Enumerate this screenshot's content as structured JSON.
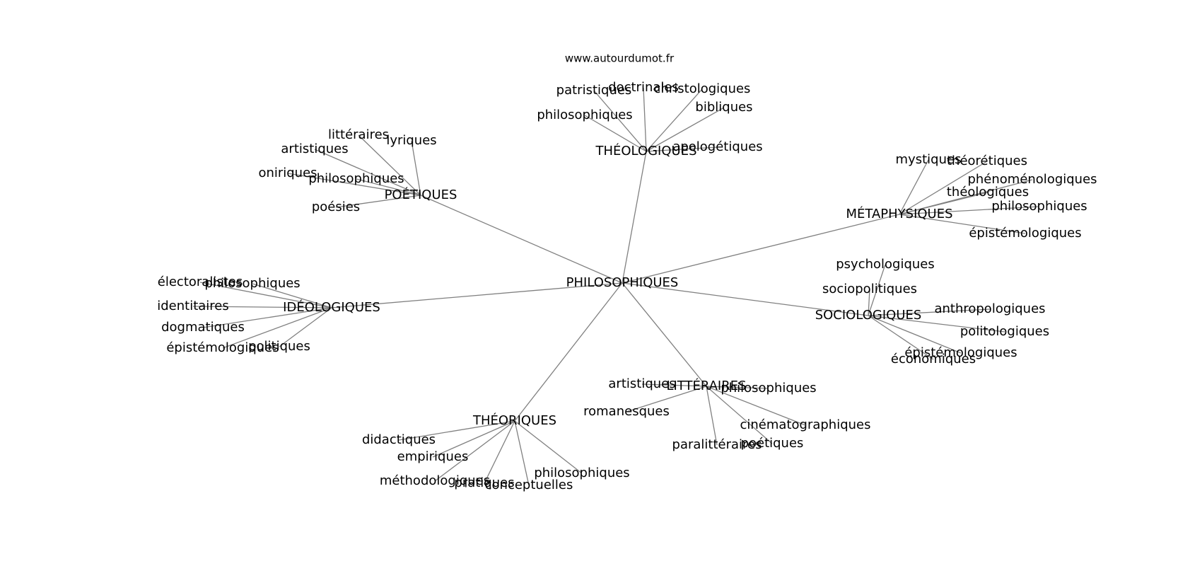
{
  "source": "www.autourdumot.fr",
  "root": "PHILOSOPHIQUES",
  "clusters": [
    {
      "hub": "THÉOLOGIQUES",
      "leaves": [
        "patristiques",
        "doctrinales",
        "christologiques",
        "bibliques",
        "philosophiques",
        "apologétiques"
      ]
    },
    {
      "hub": "POÉTIQUES",
      "leaves": [
        "littéraires",
        "lyriques",
        "artistiques",
        "oniriques",
        "philosophiques",
        "poésies"
      ]
    },
    {
      "hub": "MÉTAPHYSIQUES",
      "leaves": [
        "mystiques",
        "théorétiques",
        "phénoménologiques",
        "théologiques",
        "philosophiques",
        "épistémologiques"
      ]
    },
    {
      "hub": "IDÉOLOGIQUES",
      "leaves": [
        "électoralistes",
        "philosophiques",
        "identitaires",
        "dogmatiques",
        "épistémologiques",
        "politiques"
      ]
    },
    {
      "hub": "SOCIOLOGIQUES",
      "leaves": [
        "psychologiques",
        "sociopolitiques",
        "anthropologiques",
        "politologiques",
        "épistémologiques",
        "économiques"
      ]
    },
    {
      "hub": "LITTÉRAIRES",
      "leaves": [
        "artistiques",
        "philosophiques",
        "romanesques",
        "cinématographiques",
        "paralittéraires",
        "poétiques"
      ]
    },
    {
      "hub": "THÉORIQUES",
      "leaves": [
        "didactiques",
        "empiriques",
        "méthodologiques",
        "pratiques",
        "conceptuelles",
        "philosophiques"
      ]
    }
  ]
}
